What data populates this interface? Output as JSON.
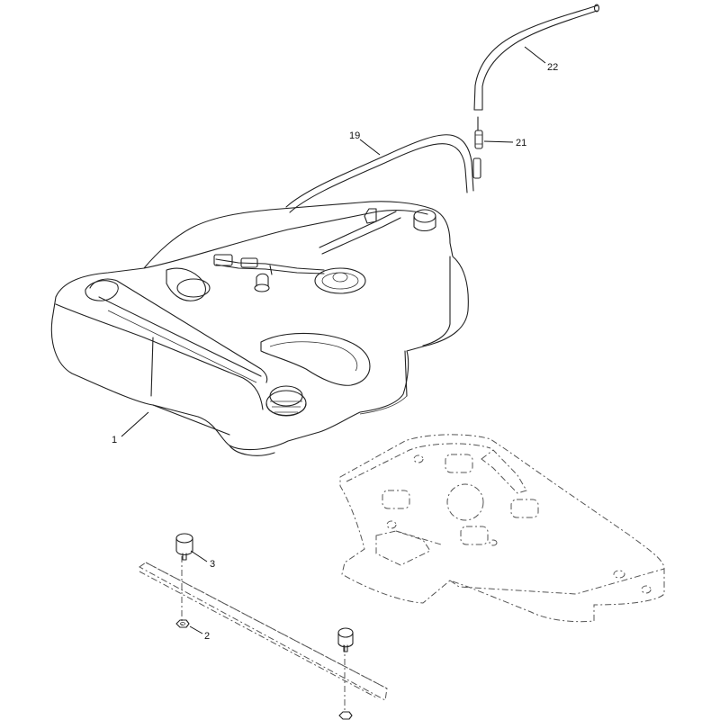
{
  "diagram": {
    "callouts": {
      "c1": "1",
      "c2": "2",
      "c3": "3",
      "c19": "19",
      "c21": "21",
      "c22": "22"
    }
  }
}
